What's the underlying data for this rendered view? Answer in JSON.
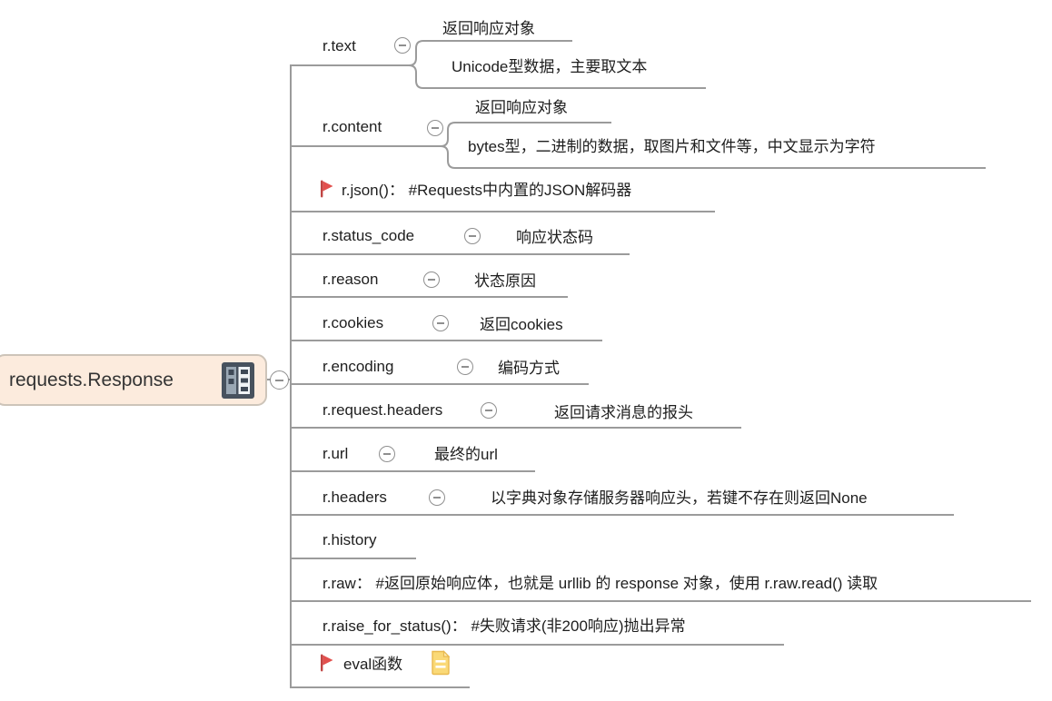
{
  "root": {
    "label": "requests.Response",
    "marker": "notebook-marker-icon"
  },
  "colors": {
    "line": "#9b9b9b",
    "root_fill": "#fcebdd",
    "root_border": "#cdc4b9",
    "flag_red": "#e2504e",
    "note_yellow": "#fad977",
    "note_border": "#e9b94f",
    "marker_dark": "#47525e",
    "marker_light_strip": "#9aa8b4",
    "marker_paper": "#eff3f5"
  },
  "branches": [
    {
      "id": "r-text",
      "label": "r.text",
      "children": [
        {
          "label": "返回响应对象"
        },
        {
          "label": "Unicode型数据，主要取文本"
        }
      ]
    },
    {
      "id": "r-content",
      "label": "r.content",
      "children": [
        {
          "label": "返回响应对象"
        },
        {
          "label": "bytes型，二进制的数据，取图片和文件等，中文显示为字符"
        }
      ]
    },
    {
      "id": "r-json",
      "label": "r.json()： #Requests中内置的JSON解码器",
      "flag": true
    },
    {
      "id": "r-status-code",
      "label": "r.status_code",
      "children": [
        {
          "label": "响应状态码"
        }
      ]
    },
    {
      "id": "r-reason",
      "label": "r.reason",
      "children": [
        {
          "label": "状态原因"
        }
      ]
    },
    {
      "id": "r-cookies",
      "label": "r.cookies",
      "children": [
        {
          "label": "返回cookies"
        }
      ]
    },
    {
      "id": "r-encoding",
      "label": "r.encoding",
      "children": [
        {
          "label": "编码方式"
        }
      ]
    },
    {
      "id": "r-request-headers",
      "label": "r.request.headers",
      "children": [
        {
          "label": "返回请求消息的报头"
        }
      ]
    },
    {
      "id": "r-url",
      "label": "r.url",
      "children": [
        {
          "label": "最终的url"
        }
      ]
    },
    {
      "id": "r-headers",
      "label": "r.headers",
      "children": [
        {
          "label": "以字典对象存储服务器响应头，若键不存在则返回None"
        }
      ]
    },
    {
      "id": "r-history",
      "label": "r.history"
    },
    {
      "id": "r-raw",
      "label": "r.raw： #返回原始响应体，也就是 urllib 的 response 对象，使用 r.raw.read() 读取"
    },
    {
      "id": "r-raise-for-status",
      "label": "r.raise_for_status()： #失败请求(非200响应)抛出异常"
    },
    {
      "id": "eval",
      "label": "eval函数",
      "flag": true,
      "note": true
    }
  ]
}
